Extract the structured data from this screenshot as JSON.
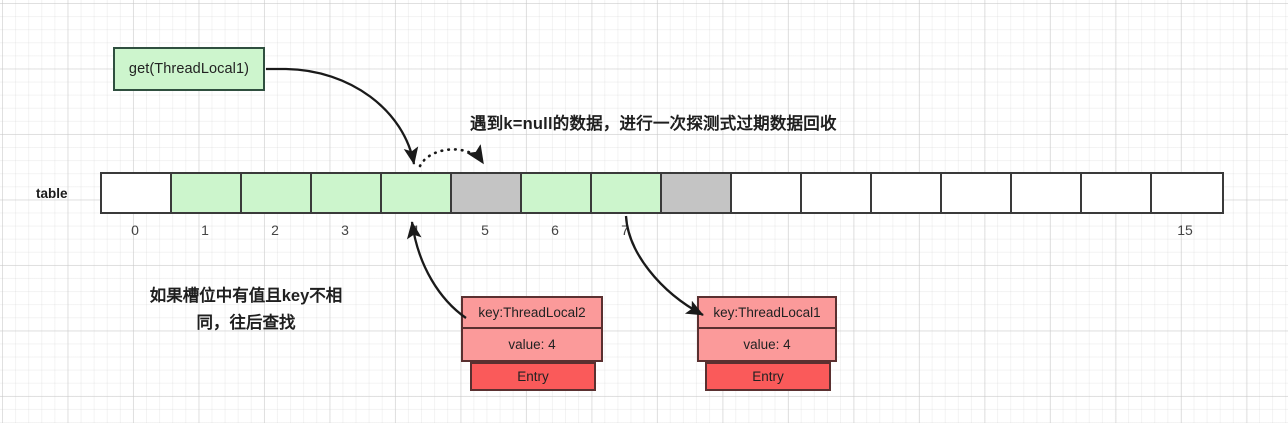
{
  "diagram": {
    "call_box": {
      "label": "get(ThreadLocal1)"
    },
    "notes": {
      "top": "遇到k=null的数据，进行一次探测式过期数据回收",
      "left_line1": "如果槽位中有值且key不相",
      "left_line2": "同，往后查找"
    },
    "table": {
      "label": "table",
      "cells": [
        {
          "index": "0",
          "state": "empty"
        },
        {
          "index": "1",
          "state": "green"
        },
        {
          "index": "2",
          "state": "green"
        },
        {
          "index": "3",
          "state": "green"
        },
        {
          "index": "4",
          "state": "green"
        },
        {
          "index": "5",
          "state": "gray"
        },
        {
          "index": "6",
          "state": "green"
        },
        {
          "index": "7",
          "state": "green"
        },
        {
          "index": "8",
          "state": "gray"
        },
        {
          "index": "9",
          "state": "empty"
        },
        {
          "index": "10",
          "state": "empty"
        },
        {
          "index": "11",
          "state": "empty"
        },
        {
          "index": "12",
          "state": "empty"
        },
        {
          "index": "13",
          "state": "empty"
        },
        {
          "index": "14",
          "state": "empty"
        },
        {
          "index": "15",
          "state": "empty"
        }
      ],
      "visible_index_labels": [
        "0",
        "1",
        "2",
        "3",
        "4",
        "5",
        "6",
        "7",
        "15"
      ]
    },
    "entries": [
      {
        "id": "entry-threadlocal2",
        "key_label": "key:ThreadLocal2",
        "value_label": "value: 4",
        "tag_label": "Entry"
      },
      {
        "id": "entry-threadlocal1",
        "key_label": "key:ThreadLocal1",
        "value_label": "value: 4",
        "tag_label": "Entry"
      }
    ],
    "colors": {
      "occupied_green": "#ccf5cc",
      "stale_gray": "#c4c4c4",
      "empty_white": "#ffffff",
      "entry_pink": "#fb9a9a",
      "entry_red": "#fa5a5a",
      "call_box_green": "#cdf5cd",
      "stroke": "#3a3a3a"
    }
  }
}
